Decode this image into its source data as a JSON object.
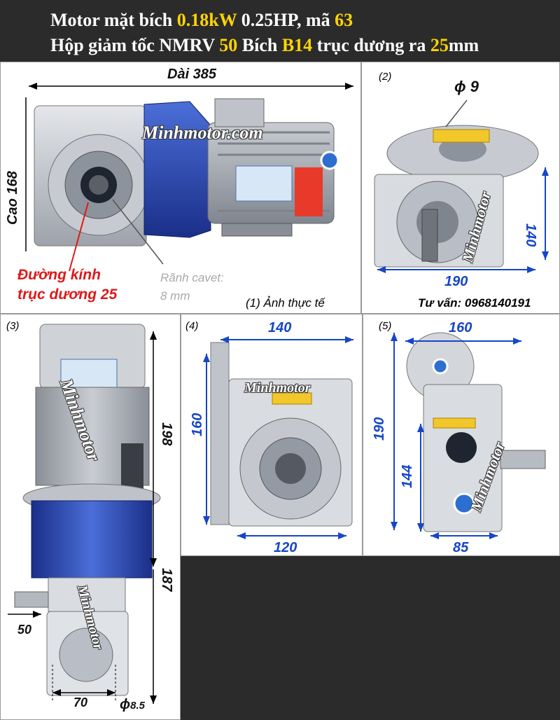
{
  "header": {
    "line1": {
      "p1": "Motor mặt bích ",
      "h1": "0.18kW",
      "p2": " 0.25HP, mã ",
      "h2": "63"
    },
    "line2": {
      "p1": "Hộp giảm tốc NMRV ",
      "h1": "50",
      "p2": " Bích ",
      "h2": "B14",
      "p3": " trục dương ra ",
      "h3": "25",
      "p4": "mm"
    }
  },
  "panel1": {
    "length_label": "Dài 385",
    "height_label": "Cao 168",
    "watermark": "Minhmotor.com",
    "shaft_label_line1": "Đường kính",
    "shaft_label_line2": "trục dương 25",
    "keyway_line1": "Rãnh cavet:",
    "keyway_line2": "8 mm",
    "caption": "(1) Ảnh thực tế"
  },
  "panel2": {
    "index": "(2)",
    "hole_label": "9",
    "phi_symbol": "ϕ",
    "height": "140",
    "width": "190",
    "watermark": "Minhmotor",
    "consult": "Tư vấn: 0968140191"
  },
  "panel3": {
    "index": "(3)",
    "dim_top": "198",
    "dim_bottom": "187",
    "shaft_len": "50",
    "base_width": "70",
    "hole": "8.5",
    "phi_symbol": "ϕ",
    "watermark_motor": "Minhmotor",
    "watermark_box": "Minhmotor"
  },
  "panel4": {
    "index": "(4)",
    "top": "140",
    "left": "160",
    "bottom": "120",
    "watermark": "Minhmotor"
  },
  "panel5": {
    "index": "(5)",
    "top": "160",
    "left": "190",
    "mid": "144",
    "bottom": "85",
    "watermark": "Minhmotor"
  },
  "colors": {
    "highlight": "#ffd400",
    "dimension_blue": "#1646c8",
    "label_red": "#e01818",
    "header_bg": "#2b2b2b"
  }
}
